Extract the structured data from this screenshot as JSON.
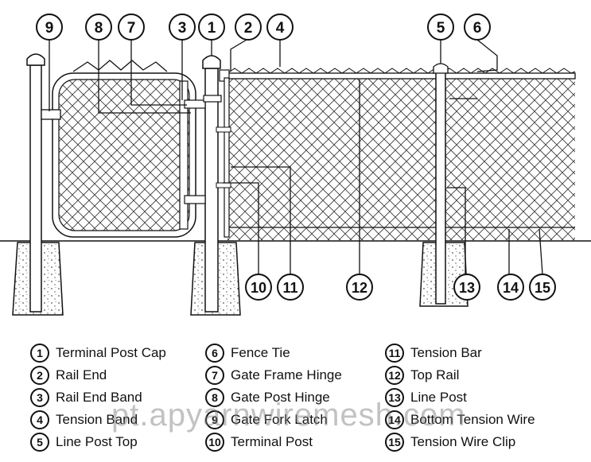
{
  "callouts": [
    "9",
    "8",
    "7",
    "3",
    "1",
    "2",
    "4",
    "5",
    "6",
    "10",
    "11",
    "12",
    "13",
    "14",
    "15"
  ],
  "legend": [
    {
      "num": "1",
      "label": "Terminal Post Cap"
    },
    {
      "num": "2",
      "label": "Rail End"
    },
    {
      "num": "3",
      "label": "Rail End Band"
    },
    {
      "num": "4",
      "label": "Tension Band"
    },
    {
      "num": "5",
      "label": "Line Post Top"
    },
    {
      "num": "6",
      "label": "Fence Tie"
    },
    {
      "num": "7",
      "label": "Gate Frame Hinge"
    },
    {
      "num": "8",
      "label": "Gate Post Hinge"
    },
    {
      "num": "9",
      "label": "Gate Fork Latch"
    },
    {
      "num": "10",
      "label": "Terminal Post"
    },
    {
      "num": "11",
      "label": "Tension Bar"
    },
    {
      "num": "12",
      "label": "Top Rail"
    },
    {
      "num": "13",
      "label": "Line Post"
    },
    {
      "num": "14",
      "label": "Bottom Tension Wire"
    },
    {
      "num": "15",
      "label": "Tension Wire Clip"
    }
  ],
  "watermark": "pt.apyarnwiremesh.com",
  "colors": {
    "line": "#111111",
    "mesh": "#333333",
    "concrete": "#f2f2f2",
    "background": "#ffffff"
  }
}
